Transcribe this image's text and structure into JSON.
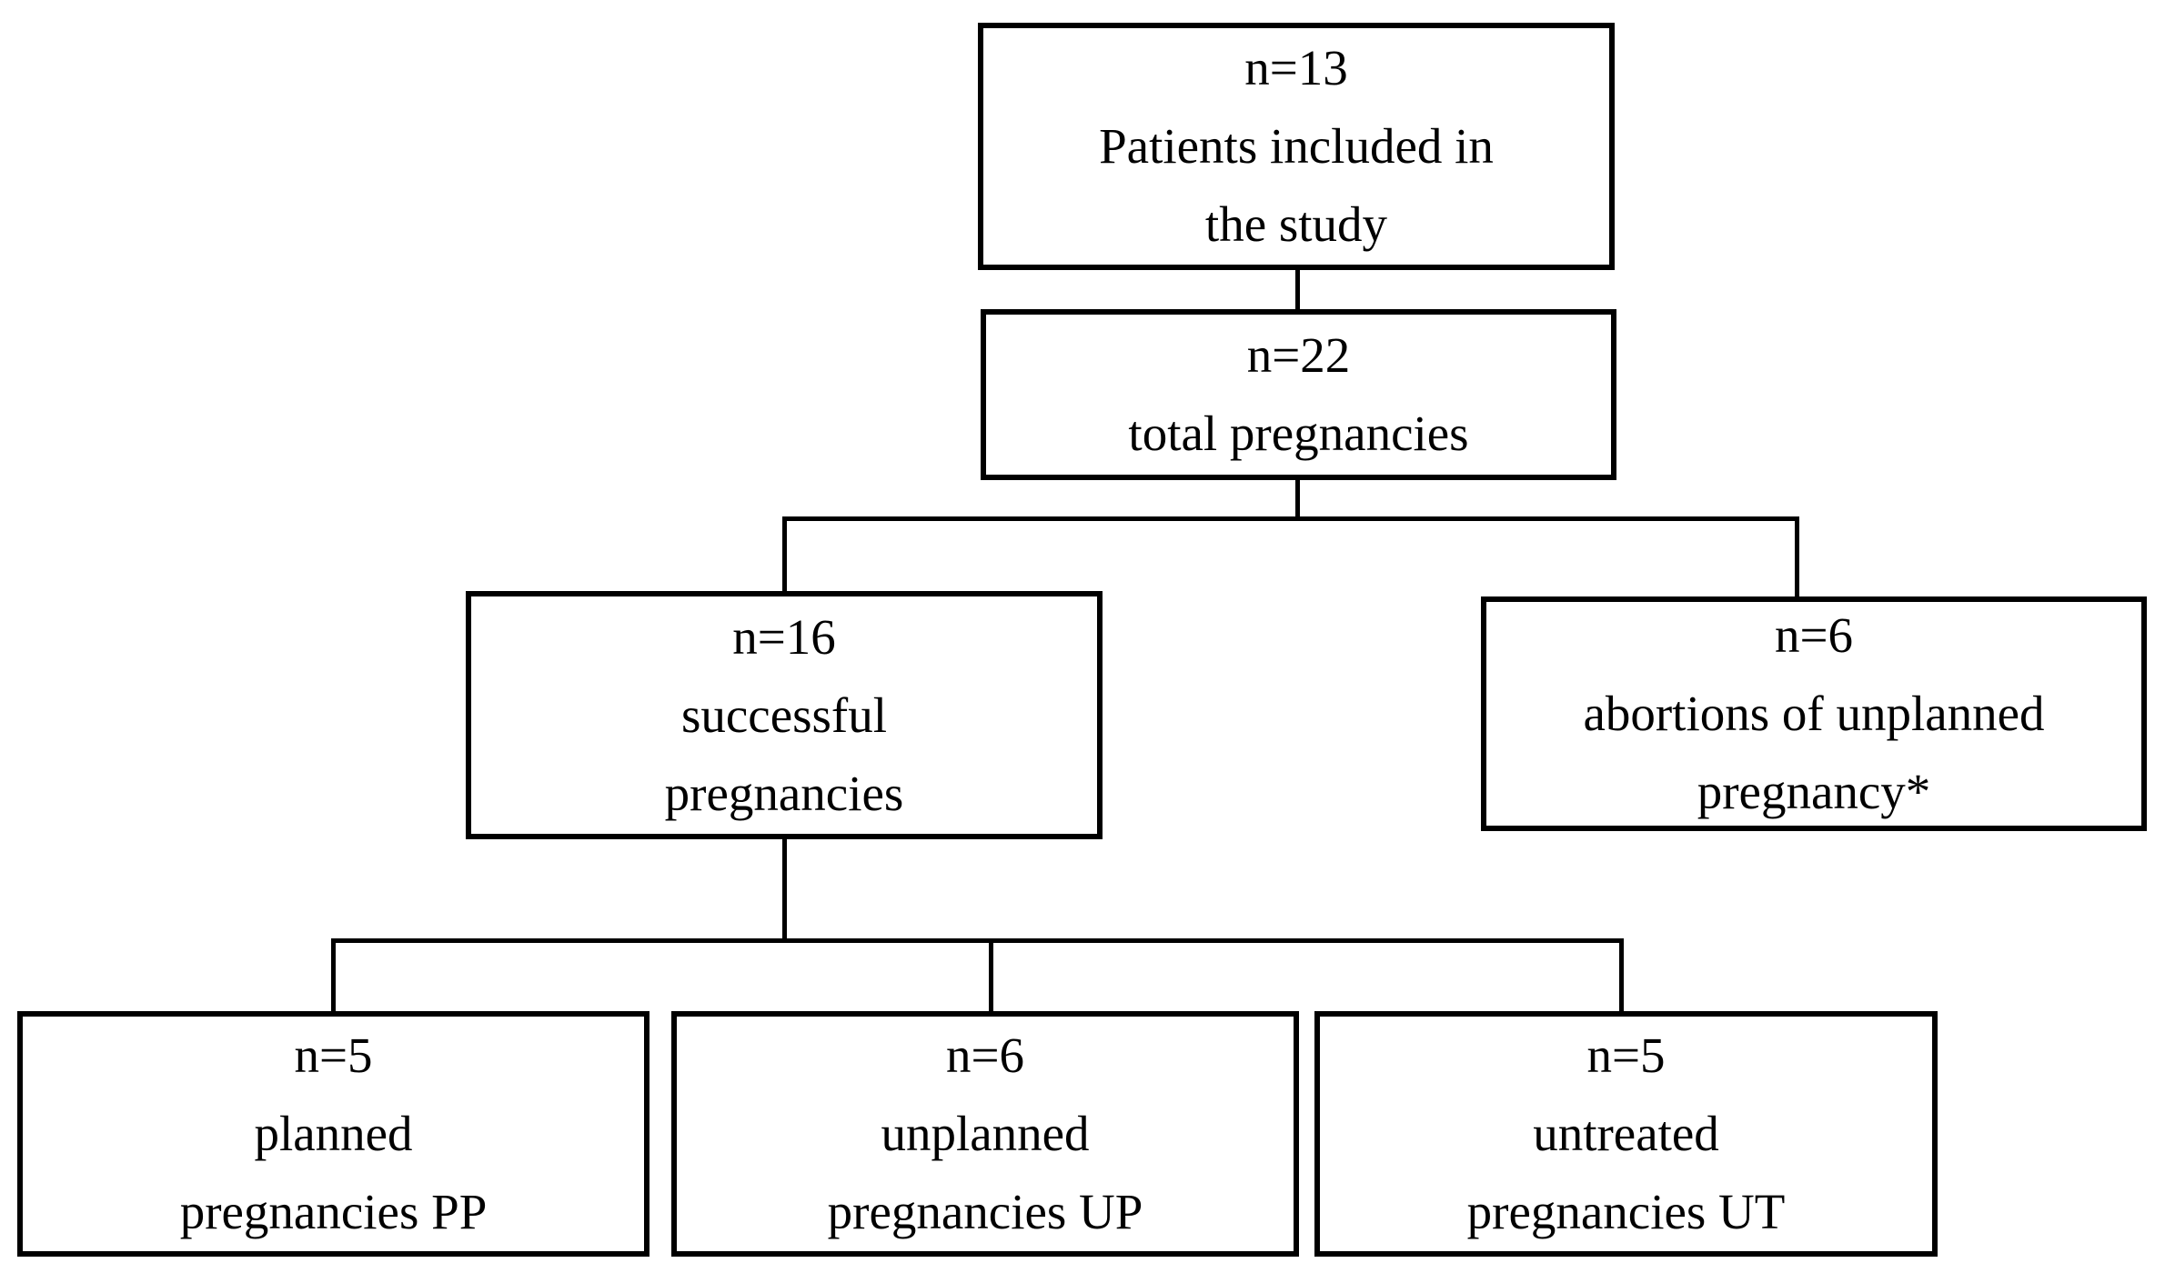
{
  "figure": {
    "type": "flowchart",
    "background_color": "#ffffff",
    "ink_color": "#000000"
  },
  "nodes": [
    {
      "id": "patients-included",
      "lines": [
        "n=13",
        "Patients included in",
        "the study"
      ]
    },
    {
      "id": "total-pregnancies",
      "lines": [
        "n=22",
        "total pregnancies"
      ]
    },
    {
      "id": "successful-pregnancies",
      "lines": [
        "n=16",
        "successful",
        "pregnancies"
      ]
    },
    {
      "id": "abortions-unplanned",
      "lines": [
        "n=6",
        "abortions of unplanned",
        "pregnancy*"
      ]
    },
    {
      "id": "planned-pregnancies-pp",
      "lines": [
        "n=5",
        "planned",
        "pregnancies PP"
      ]
    },
    {
      "id": "unplanned-pregnancies-up",
      "lines": [
        "n=6",
        "unplanned",
        "pregnancies UP"
      ]
    },
    {
      "id": "untreated-pregnancies-ut",
      "lines": [
        "n=5",
        "untreated",
        "pregnancies UT"
      ]
    }
  ]
}
